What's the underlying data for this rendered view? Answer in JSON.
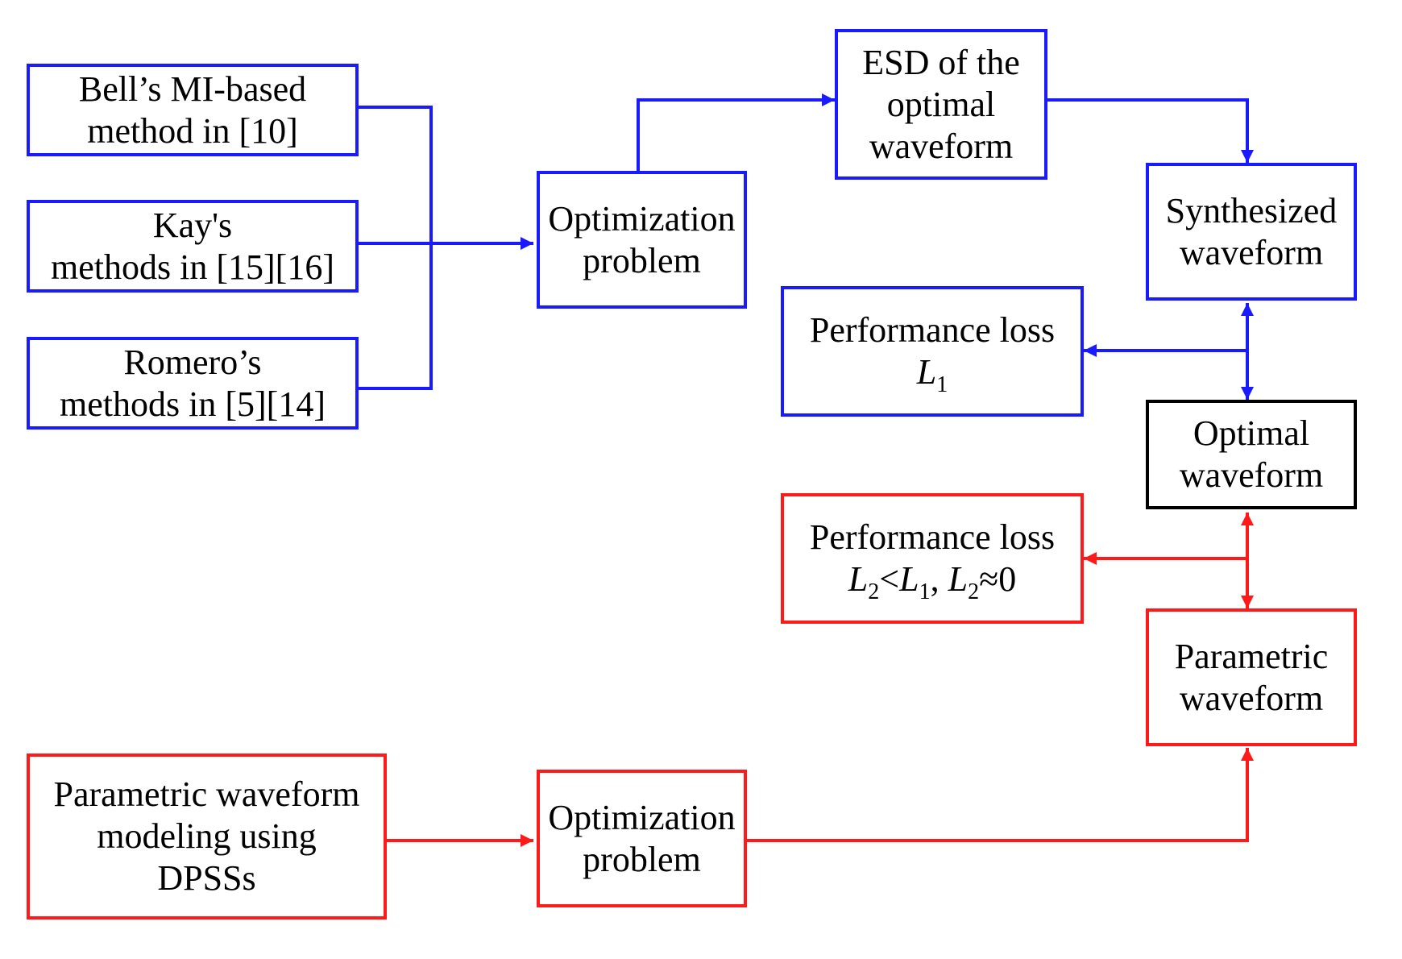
{
  "colors": {
    "blue": "#1a1aff",
    "red": "#ff1a1a",
    "black": "#000000"
  },
  "boxes": {
    "bell": {
      "line1": "Bell’s MI-based",
      "line2": "method in [10]"
    },
    "kay": {
      "line1": "Kay's",
      "line2": "methods in [15][16]"
    },
    "romero": {
      "line1": "Romero’s",
      "line2": "methods in [5][14]"
    },
    "opt_blue": {
      "line1": "Optimization",
      "line2": "problem"
    },
    "esd": {
      "line1": "ESD of the",
      "line2": "optimal",
      "line3": "waveform"
    },
    "synth": {
      "line1": "Synthesized",
      "line2": "waveform"
    },
    "loss1": {
      "line1": "Performance loss",
      "sym": "L",
      "sub": "1"
    },
    "optimal": {
      "line1": "Optimal",
      "line2": "waveform"
    },
    "loss2": {
      "line1": "Performance loss",
      "l": "L",
      "s2": "2",
      "lt": "<",
      "s1": "1",
      "comma": ",",
      "approx": "≈0"
    },
    "param": {
      "line1": "Parametric",
      "line2": "waveform"
    },
    "dpss": {
      "line1": "Parametric waveform",
      "line2": "modeling using",
      "line3": "DPSSs"
    },
    "opt_red": {
      "line1": "Optimization",
      "line2": "problem"
    }
  }
}
